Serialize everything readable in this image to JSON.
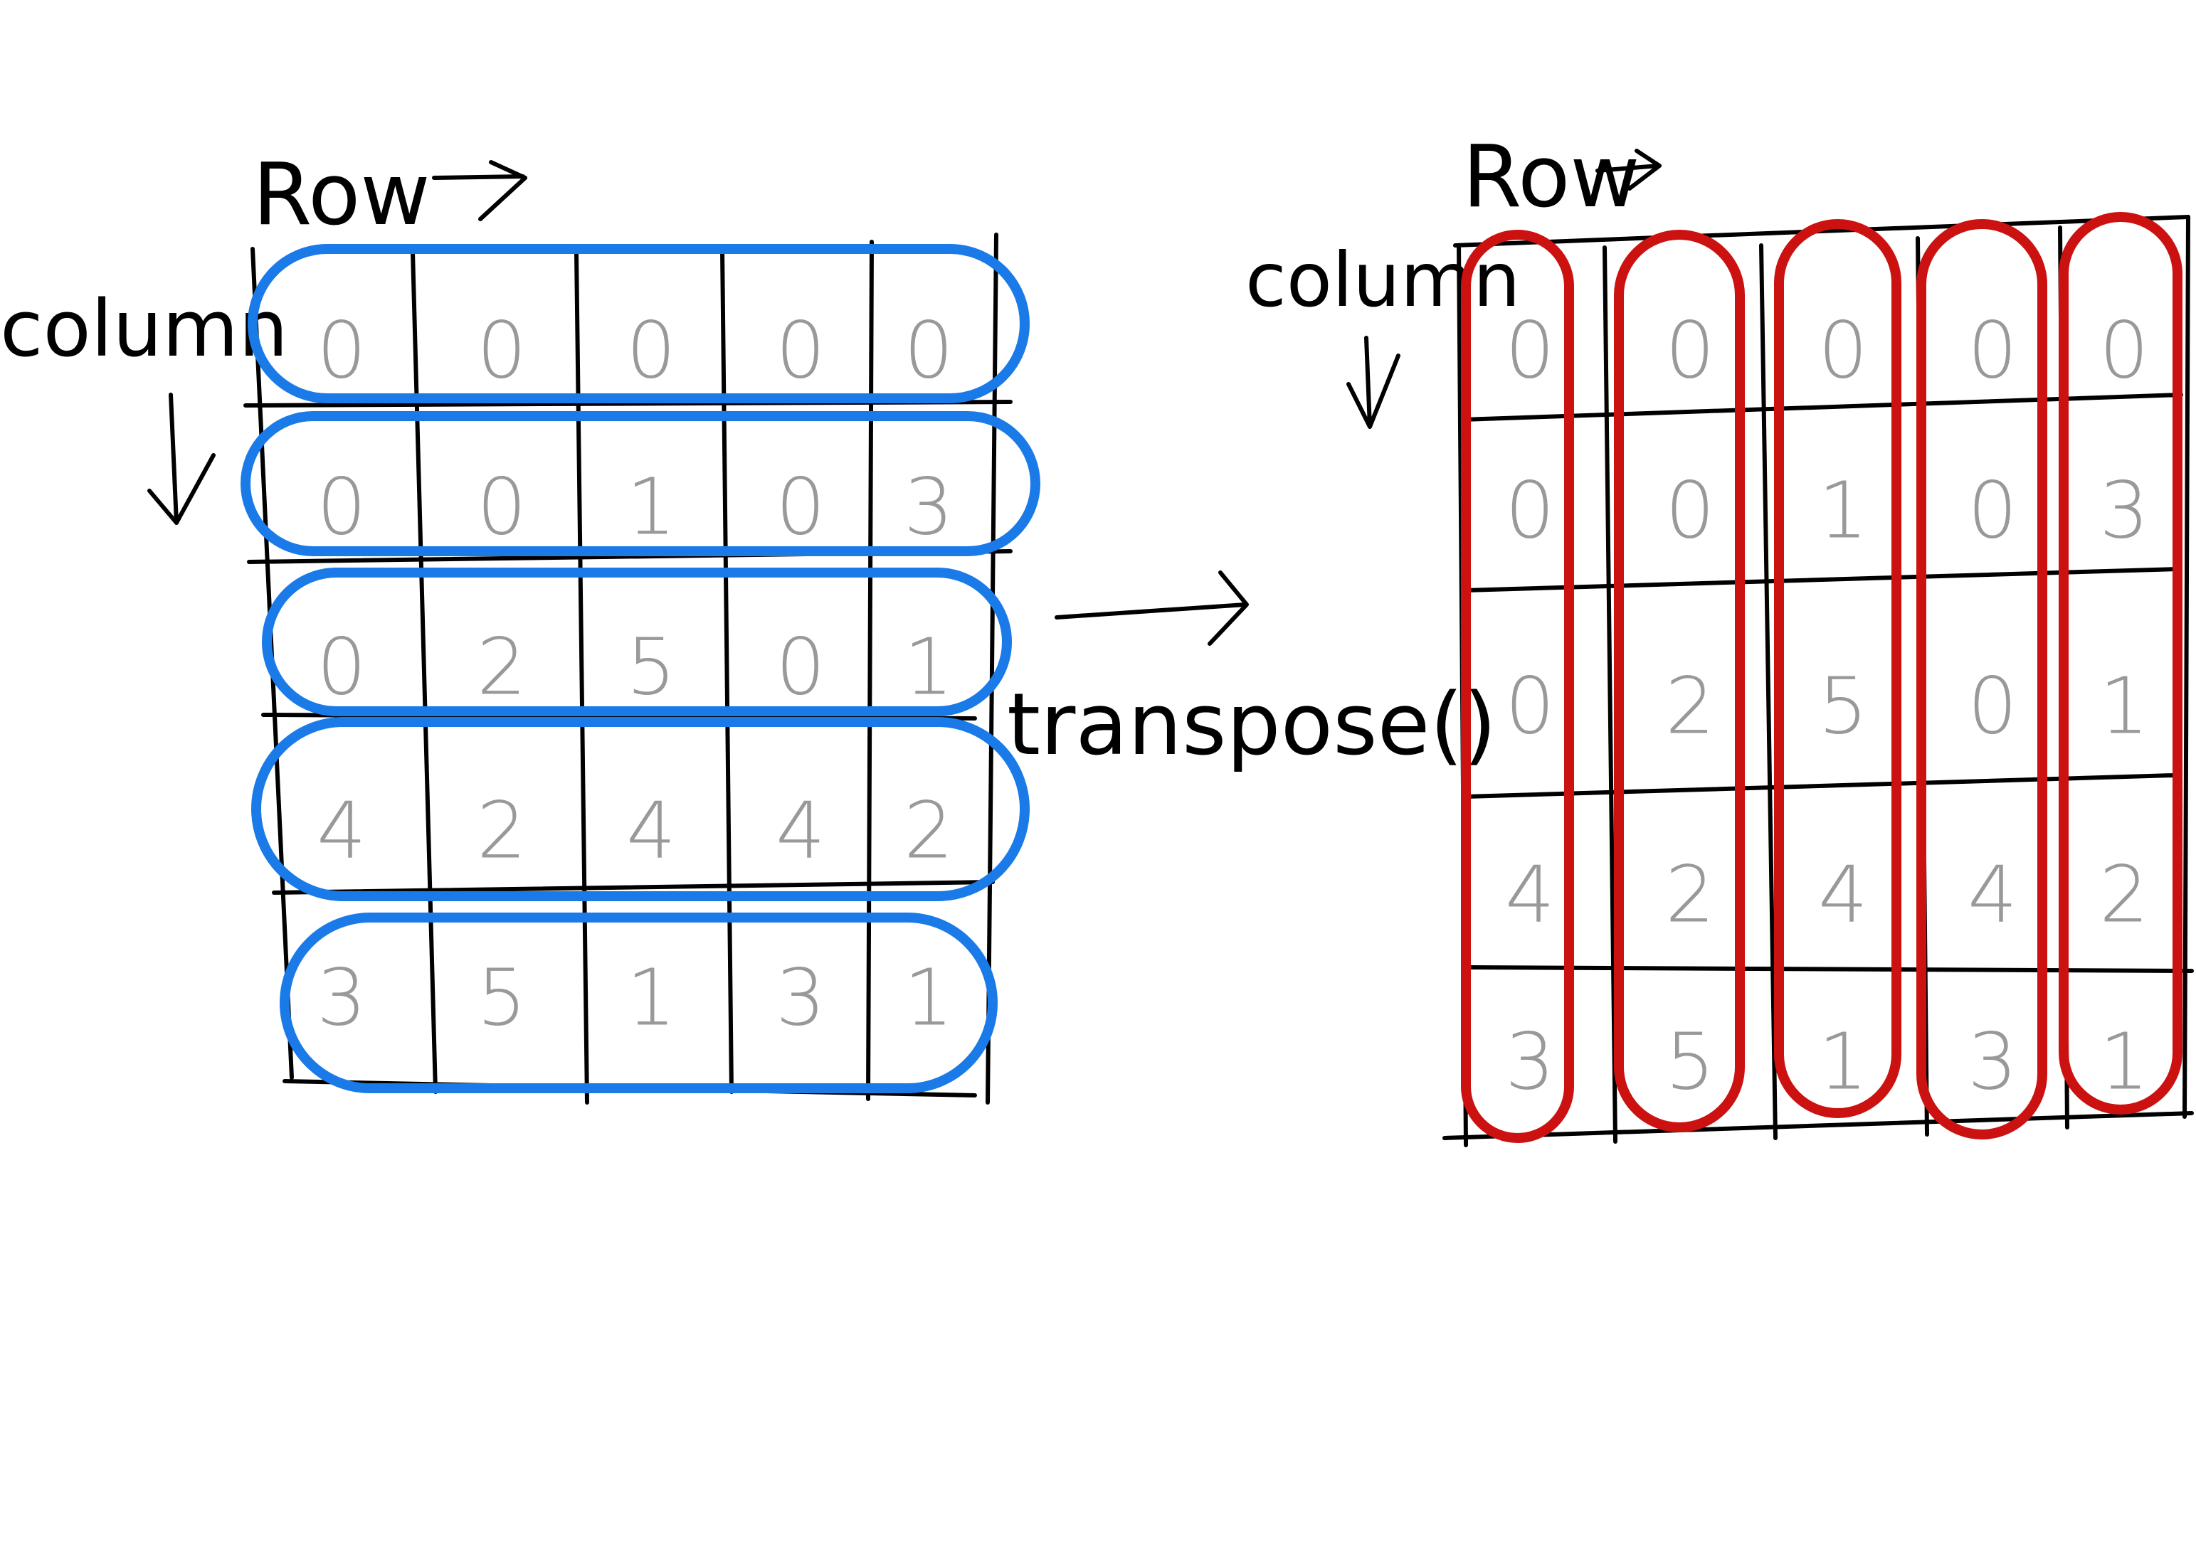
{
  "left_matrix": {
    "row_label": "Row",
    "column_label": "column",
    "cells": [
      [
        "0",
        "0",
        "0",
        "0",
        "0"
      ],
      [
        "0",
        "0",
        "1",
        "0",
        "3"
      ],
      [
        "0",
        "2",
        "5",
        "0",
        "1"
      ],
      [
        "4",
        "2",
        "4",
        "4",
        "2"
      ],
      [
        "3",
        "5",
        "1",
        "3",
        "1"
      ]
    ],
    "highlight": "rows",
    "highlight_color": "#1a7ae8"
  },
  "transform_label": "transpose()",
  "right_matrix": {
    "row_label": "Row",
    "column_label": "column",
    "cells": [
      [
        "0",
        "0",
        "0",
        "0",
        "0"
      ],
      [
        "0",
        "0",
        "1",
        "0",
        "3"
      ],
      [
        "0",
        "2",
        "5",
        "0",
        "1"
      ],
      [
        "4",
        "2",
        "4",
        "4",
        "2"
      ],
      [
        "3",
        "5",
        "1",
        "3",
        "1"
      ]
    ],
    "highlight": "columns",
    "highlight_color": "#cc1111"
  },
  "digit_color": "#999999",
  "line_color": "#000000"
}
